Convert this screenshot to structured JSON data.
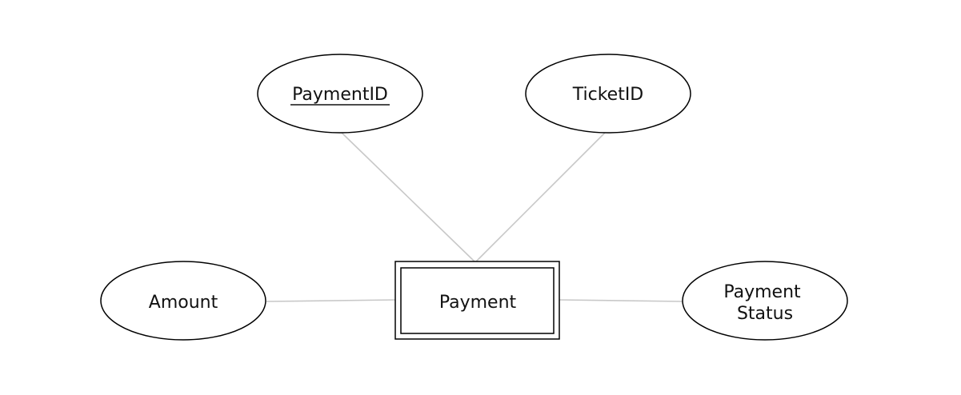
{
  "diagram": {
    "type": "er-diagram",
    "entity": {
      "name": "Payment",
      "kind": "weak-entity"
    },
    "attributes": [
      {
        "id": "payment_id",
        "label": "PaymentID",
        "is_key": true
      },
      {
        "id": "ticket_id",
        "label": "TicketID",
        "is_key": false
      },
      {
        "id": "amount",
        "label": "Amount",
        "is_key": false
      },
      {
        "id": "payment_status",
        "label_lines": [
          "Payment",
          "Status"
        ],
        "is_key": false
      }
    ]
  },
  "colors": {
    "background": "#ffffff",
    "outline": "#000000",
    "connector": "#c8c8c8",
    "text": "#111111"
  }
}
